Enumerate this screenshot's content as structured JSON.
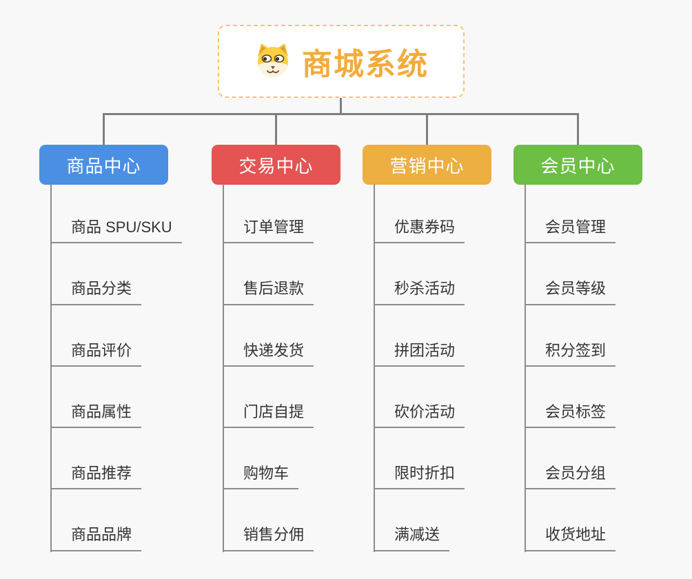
{
  "page": {
    "background_color": "#F8F8F9"
  },
  "root": {
    "title": "商城系统",
    "title_color": "#F2AC3C",
    "border_color": "#F6C36B",
    "icon": "dog-face-icon"
  },
  "connectors": {
    "bus_color": "#7E7E7E",
    "leaf_line_color": "#8C8C8C"
  },
  "branches": [
    {
      "label": "商品中心",
      "color": "#4B8FE2",
      "children": [
        "商品 SPU/SKU",
        "商品分类",
        "商品评价",
        "商品属性",
        "商品推荐",
        "商品品牌"
      ]
    },
    {
      "label": "交易中心",
      "color": "#E35453",
      "children": [
        "订单管理",
        "售后退款",
        "快递发货",
        "门店自提",
        "购物车",
        "销售分佣"
      ]
    },
    {
      "label": "营销中心",
      "color": "#EDAE42",
      "children": [
        "优惠券码",
        "秒杀活动",
        "拼团活动",
        "砍价活动",
        "限时折扣",
        "满减送"
      ]
    },
    {
      "label": "会员中心",
      "color": "#6DBE45",
      "children": [
        "会员管理",
        "会员等级",
        "积分签到",
        "会员标签",
        "会员分组",
        "收货地址"
      ]
    }
  ]
}
